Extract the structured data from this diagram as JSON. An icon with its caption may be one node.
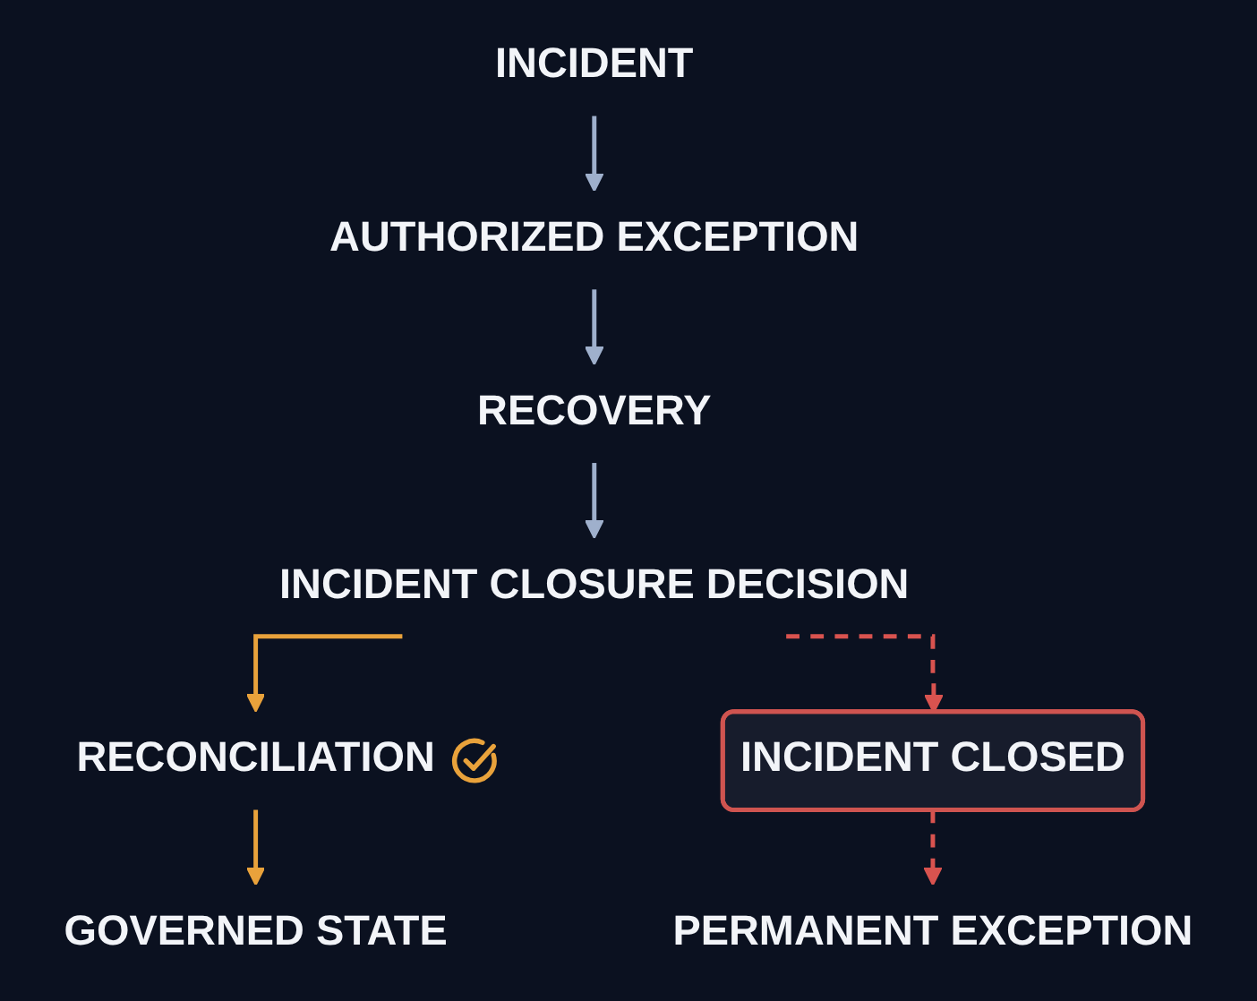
{
  "diagram": {
    "nodes": [
      {
        "text": [
          "INCIDENT"
        ]
      },
      {
        "text": [
          "AUTHORIZED EXCEPTION"
        ]
      },
      {
        "text": [
          "RECOVERY"
        ]
      },
      {
        "text": [
          "INCIDENT CLOSURE DECISION"
        ]
      },
      {
        "text": [
          "RECONCILIATION"
        ]
      },
      {
        "text": [
          "INCIDENT CLOSED"
        ]
      },
      {
        "text": [
          "GOVERNED STATE"
        ]
      },
      {
        "text": [
          "PERMANENT EXCEPTION"
        ]
      }
    ],
    "edges": [
      {
        "from": 0,
        "to": 1,
        "arrow": "to"
      },
      {
        "from": 1,
        "to": 2,
        "arrow": "to"
      },
      {
        "from": 2,
        "to": 3,
        "arrow": "to"
      },
      {
        "from": 3,
        "to": 4,
        "arrow": "to",
        "color": "#e9a23b"
      },
      {
        "from": 3,
        "to": 5,
        "arrow": "to",
        "style": "dashed",
        "color": "#d9534f"
      },
      {
        "from": 4,
        "to": 6,
        "arrow": "to",
        "color": "#e9a23b"
      },
      {
        "from": 5,
        "to": 7,
        "arrow": "to",
        "style": "dashed",
        "color": "#d9534f"
      }
    ]
  }
}
